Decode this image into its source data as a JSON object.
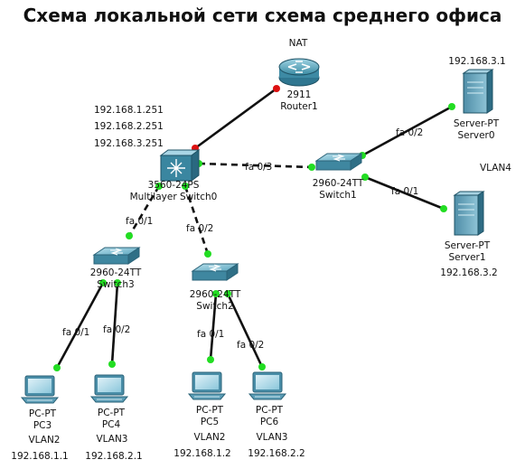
{
  "title": "Схема локальной сети схема среднего офиса",
  "colors": {
    "port_up": "#22dd22",
    "port_down": "#dd1111",
    "device_blue": "#3d8fa8",
    "server_blue": "#4a8aa6"
  },
  "router": {
    "model": "2911",
    "name": "Router1",
    "top_label": "NAT",
    "icon": "router-icon"
  },
  "mls": {
    "model": "3560-24PS",
    "name": "Multilayer Switch0",
    "ips": [
      "192.168.1.251",
      "192.168.2.251",
      "192.168.3.251"
    ],
    "icon": "multilayer-switch-icon"
  },
  "switch1": {
    "model": "2960-24TT",
    "name": "Switch1",
    "icon": "switch-icon"
  },
  "switch3": {
    "model": "2960-24TT",
    "name": "Switch3",
    "icon": "switch-icon"
  },
  "switch2": {
    "model": "2960-24TT",
    "name": "Switch2",
    "icon": "switch-icon"
  },
  "server0": {
    "model": "Server-PT",
    "name": "Server0",
    "ip": "192.168.3.1",
    "icon": "server-icon"
  },
  "server1": {
    "model": "Server-PT",
    "name": "Server1",
    "ip": "192.168.3.2",
    "icon": "server-icon"
  },
  "vlan_server": "VLAN4",
  "pcs": [
    {
      "model": "PC-PT",
      "name": "PC3",
      "vlan": "VLAN2",
      "ip": "192.168.1.1"
    },
    {
      "model": "PC-PT",
      "name": "PC4",
      "vlan": "VLAN3",
      "ip": "192.168.2.1"
    },
    {
      "model": "PC-PT",
      "name": "PC5",
      "vlan": "VLAN2",
      "ip": "192.168.1.2"
    },
    {
      "model": "PC-PT",
      "name": "PC6",
      "vlan": "VLAN3",
      "ip": "192.168.2.2"
    }
  ],
  "ports": {
    "mls_sw1": "fa 0/3",
    "sw1_server0": "fa 0/2",
    "sw1_server1": "fa 0/1",
    "mls_sw3": "fa 0/1",
    "mls_sw2": "fa 0/2",
    "sw3_pc3": "fa 0/1",
    "sw3_pc4": "fa 0/2",
    "sw2_pc5": "fa 0/1",
    "sw2_pc6": "fa 0/2"
  }
}
